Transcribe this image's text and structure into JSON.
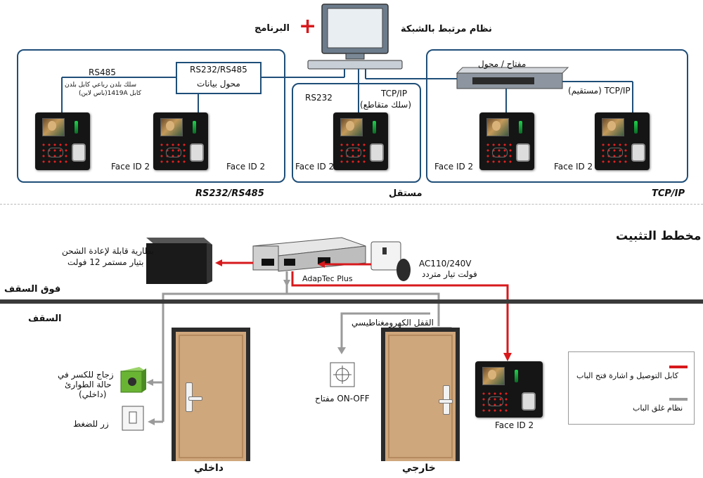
{
  "top": {
    "network_system_label": "نظام مرتبط بالشبكة",
    "plus_sign": "+",
    "software_label": "البرنامج",
    "left_panel": {
      "rs485_label": "RS485",
      "cable_note_1": "سلك بلدن رباعي كابل بلدن",
      "cable_note_2": "كابل 1419A(باس لاين)",
      "converter_line1": "RS232/RS485",
      "converter_line2": "محول بيانات",
      "footer": "RS232/RS485"
    },
    "middle_panel": {
      "rs232_label": "RS232",
      "tcpip_label": "TCP/IP",
      "crossover_label": "(سلك متقاطع)",
      "footer": "مستقل"
    },
    "right_panel": {
      "switch_label": "مفتاح / محول",
      "direct_label": "TCP/IP (مستقيم)",
      "footer": "TCP/IP"
    },
    "device_label": "Face ID 2"
  },
  "install": {
    "title": "مخطط التثبيت",
    "battery_line1": "بطارية قابلة لإعادة الشحن",
    "battery_line2": "بتيار مستمر 12 فولت",
    "adaptec_label": "AdapTec Plus",
    "power_line1": "AC110/240V",
    "power_line2": "فولت تيار متردد",
    "above_ceiling": "فوق السقف",
    "ceiling": "السقف",
    "maglock_label": "القفل الكهرومغناطيسي",
    "onoff_label": "ON-OFF مفتاح",
    "breakglass_line1": "زجاج للكسر في",
    "breakglass_line2": "حالة الطوارئ",
    "breakglass_line3": "(داخلي)",
    "pushbutton_label": "زر للضغط",
    "inside_label": "داخلي",
    "outside_label": "خارجي",
    "device_label": "Face ID 2",
    "legend": {
      "red_label": "كابل التوصيل و اشارة فتح الباب",
      "gray_label": "نظام غلق الباب"
    }
  },
  "colors": {
    "panel_border": "#1f4e78",
    "red_wire": "#d7191c",
    "gray_wire": "#9a9a9a"
  }
}
